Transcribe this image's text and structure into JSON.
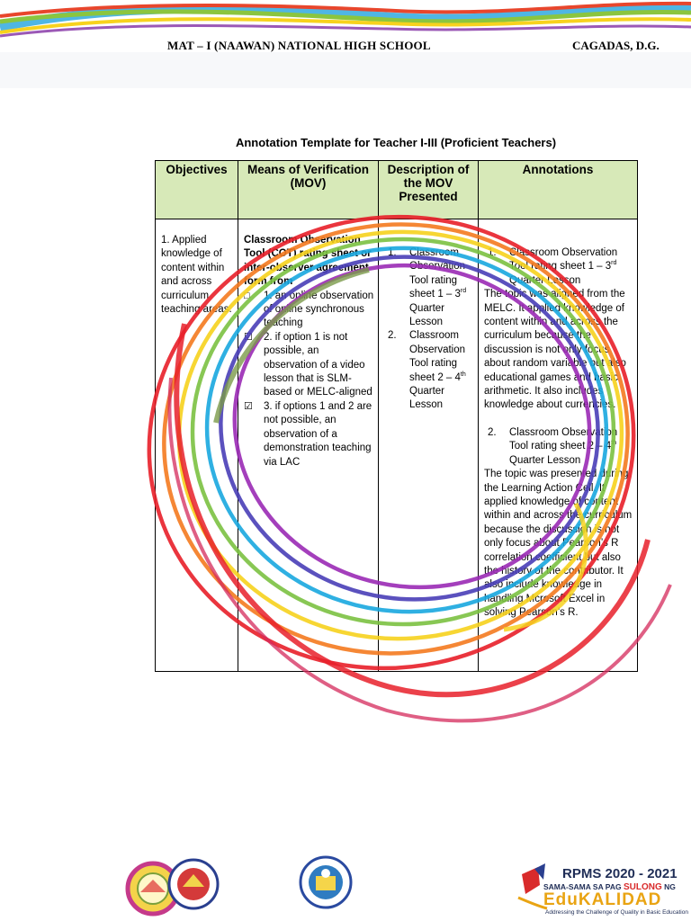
{
  "header": {
    "school": "MAT – I (NAAWAN) NATIONAL HIGH SCHOOL",
    "author": "CAGADAS, D.G."
  },
  "document": {
    "title": "Annotation Template for Teacher I-III (Proficient Teachers)"
  },
  "table": {
    "headers": {
      "objectives": "Objectives",
      "mov": "Means of Verification (MOV)",
      "description": "Description of the MOV Presented",
      "annotations": "Annotations"
    },
    "objectives": "1. Applied knowledge of content within and across curriculum teaching areas.",
    "mov": {
      "heading": "Classroom Observation Tool (COT) rating sheet or inter-observer agreement form from",
      "options": [
        {
          "mark": "□",
          "text": "1. an online observation of online synchronous teaching"
        },
        {
          "mark": "☑",
          "text": "2. if option 1 is not possible, an observation of a video lesson that is SLM-based or MELC-aligned"
        },
        {
          "mark": "☑",
          "text": "3. if options 1 and 2 are not possible, an observation of a demonstration teaching via LAC"
        }
      ]
    },
    "description": [
      {
        "num": "1.",
        "pre": "Classroom Observation Tool rating sheet 1 – 3",
        "sup": "rd",
        "post": " Quarter Lesson"
      },
      {
        "num": "2.",
        "pre": "Classroom Observation Tool rating sheet 2 – 4",
        "sup": "th",
        "post": " Quarter Lesson"
      }
    ],
    "annotations": [
      {
        "num": "1.",
        "pre": "Classroom Observation Tool rating sheet 1 – 3",
        "sup": "rd",
        "post": " Quarter Lesson",
        "body": "The topic was aligned from the MELC. It applied knowledge of content within and across the curriculum because the discussion is not only focus about random variable but also educational games and basic arithmetic. It also includes knowledge about currencies."
      },
      {
        "num": "2.",
        "pre": "Classroom Observation Tool rating sheet 2 – 4",
        "sup": "th",
        "post": " Quarter Lesson",
        "body": "The topic was presented during the Learning Action Cell. It applied knowledge of content within and across the curriculum because the discussion is not only focus about Pearson’s R correlation coefficient but also the history of the contributor. It also include knowledge in handling Mcrosoft Excel in solving Pearson’s R."
      }
    ]
  },
  "footer": {
    "rpms": "RPMS 2020 - 2021",
    "slogan_pre": "SAMA-SAMA SA PAG ",
    "slogan_red": "SULONG",
    "slogan_post": " NG",
    "edukalidad": "EduKALIDAD",
    "tagline": "Addressing the Challenge of Quality in Basic Education"
  },
  "colors": {
    "header_fill": "#d7e9b8",
    "footer_navy": "#1f2d56",
    "footer_gold": "#e9a413",
    "footer_red": "#d92b2b"
  }
}
